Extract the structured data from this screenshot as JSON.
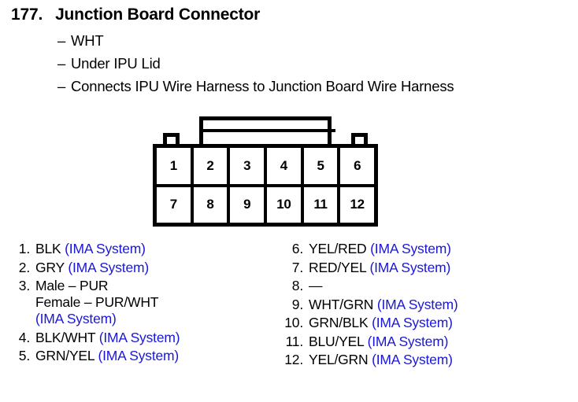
{
  "header": {
    "number": "177.",
    "title": "Junction Board Connector",
    "bullets": [
      "WHT",
      "Under IPU Lid",
      "Connects IPU Wire Harness to Junction Board Wire Harness"
    ],
    "bullet_marker": "–"
  },
  "connector": {
    "name": "12-pin connector",
    "rows": [
      [
        "1",
        "2",
        "3",
        "4",
        "5",
        "6"
      ],
      [
        "7",
        "8",
        "9",
        "10",
        "11",
        "12"
      ]
    ]
  },
  "legend": {
    "annotation": "(IMA System)",
    "blue": "#1a17d6",
    "left": [
      {
        "num": "1.",
        "wire": "BLK",
        "note": "(IMA System)",
        "lines": []
      },
      {
        "num": "2.",
        "wire": "GRY",
        "note": "(IMA System)",
        "lines": []
      },
      {
        "num": "3.",
        "wire": "",
        "note": "",
        "lines": [
          "Male – PUR",
          "Female – PUR/WHT"
        ],
        "note_line": "(IMA System)"
      },
      {
        "num": "4.",
        "wire": "BLK/WHT",
        "note": "(IMA System)",
        "lines": []
      },
      {
        "num": "5.",
        "wire": "GRN/YEL",
        "note": "(IMA System)",
        "lines": []
      }
    ],
    "right": [
      {
        "num": "6.",
        "wire": "YEL/RED",
        "note": "(IMA System)"
      },
      {
        "num": "7.",
        "wire": "RED/YEL",
        "note": "(IMA System)"
      },
      {
        "num": "8.",
        "wire": "—",
        "note": ""
      },
      {
        "num": "9.",
        "wire": "WHT/GRN",
        "note": "(IMA System)"
      },
      {
        "num": "10.",
        "wire": "GRN/BLK",
        "note": "(IMA System)"
      },
      {
        "num": "11.",
        "wire": "BLU/YEL",
        "note": "(IMA System)"
      },
      {
        "num": "12.",
        "wire": "YEL/GRN",
        "note": "(IMA System)"
      }
    ]
  }
}
